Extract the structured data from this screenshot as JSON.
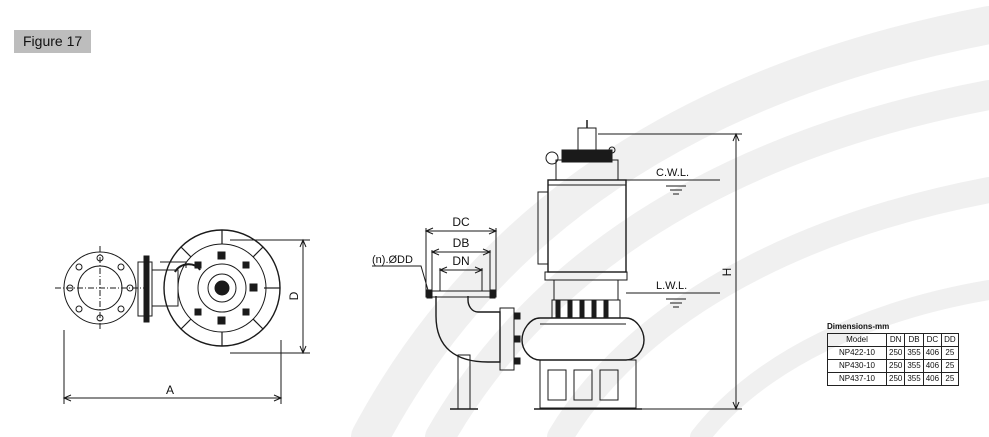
{
  "figure_label": "Figure 17",
  "labels": {
    "A": "A",
    "D": "D",
    "H": "H",
    "DC": "DC",
    "DB": "DB",
    "DN": "DN",
    "bolt_holes": "(n).ØDD",
    "cwl": "C.W.L.",
    "lwl": "L.W.L."
  },
  "dimensions": {
    "title": "Dimensions-mm",
    "headers": [
      "Model",
      "DN",
      "DB",
      "DC",
      "DD"
    ],
    "rows": [
      [
        "NP422-10",
        "250",
        "355",
        "406",
        "25"
      ],
      [
        "NP430-10",
        "250",
        "355",
        "406",
        "25"
      ],
      [
        "NP437-10",
        "250",
        "355",
        "406",
        "25"
      ]
    ]
  }
}
